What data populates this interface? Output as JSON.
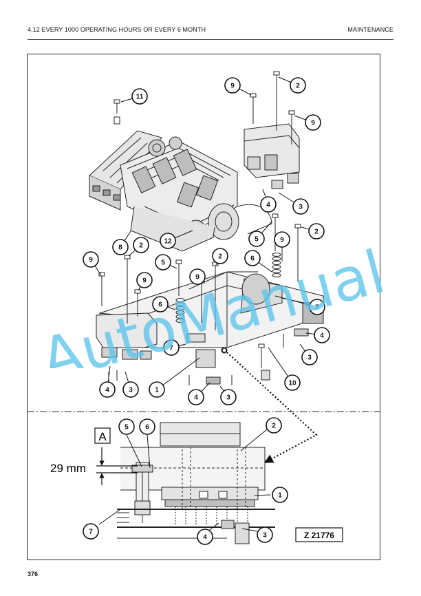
{
  "header": {
    "left": "4.12 EVERY 1000 OPERATING HOURS OR EVERY 6 MONTH",
    "right": "MAINTENANCE"
  },
  "footer": {
    "page_number": "376"
  },
  "watermark": {
    "text": "AutoManual",
    "color": "#5bc4ea"
  },
  "figure": {
    "callouts": [
      "1",
      "2",
      "3",
      "4",
      "5",
      "6",
      "7",
      "8",
      "9",
      "10",
      "11",
      "12"
    ],
    "detail": {
      "section_label": "A",
      "dimension": "29 mm",
      "figure_code": "Z 21776"
    }
  }
}
